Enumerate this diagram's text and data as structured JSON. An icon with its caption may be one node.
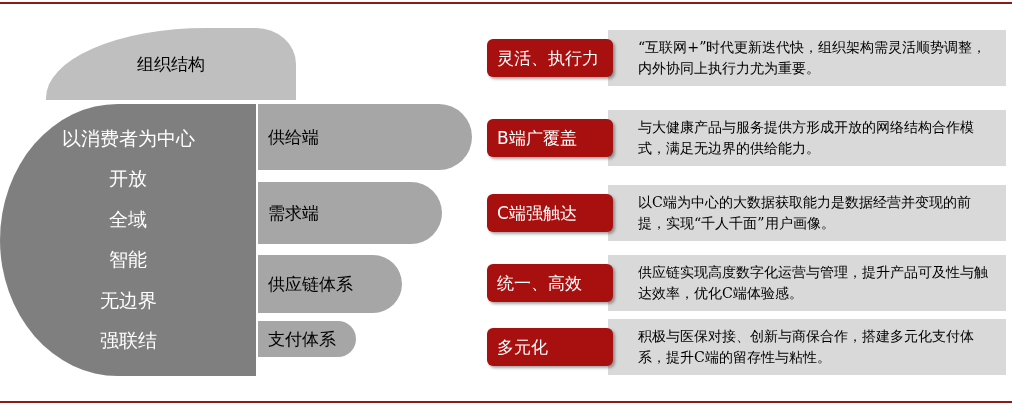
{
  "diagram": {
    "nodes": [
      {
        "text": [
          "组织结构"
        ]
      },
      {
        "text": [
          "以消费者为中心",
          "开放",
          "全域",
          "智能",
          "无边界",
          "强联结"
        ]
      },
      {
        "text": [
          "供给端"
        ]
      },
      {
        "text": [
          "需求端"
        ]
      },
      {
        "text": [
          "供应链体系"
        ]
      },
      {
        "text": [
          "支付体系"
        ]
      },
      {
        "text": [
          "灵活、执行力"
        ]
      },
      {
        "text": [
          "“互联网+”时代更新迭代快，组织架构需灵活顺势调整，内外协同上执行力尤为重要。"
        ]
      },
      {
        "text": [
          "B端广覆盖"
        ]
      },
      {
        "text": [
          "与大健康产品与服务提供方形成开放的网络结构合作模式，满足无边界的供给能力。"
        ]
      },
      {
        "text": [
          "C端强触达"
        ]
      },
      {
        "text": [
          "以C端为中心的大数据获取能力是数据经营并变现的前提，实现“千人千面”用户画像。"
        ]
      },
      {
        "text": [
          "统一、高效"
        ]
      },
      {
        "text": [
          "供应链实现高度数字化运营与管理，提升产品可及性与触达效率，优化C端体验感。"
        ]
      },
      {
        "text": [
          "多元化"
        ]
      },
      {
        "text": [
          "积极与医保对接、创新与商保合作，搭建多元化支付体系，提升C端的留存性与粘性。"
        ]
      }
    ]
  }
}
